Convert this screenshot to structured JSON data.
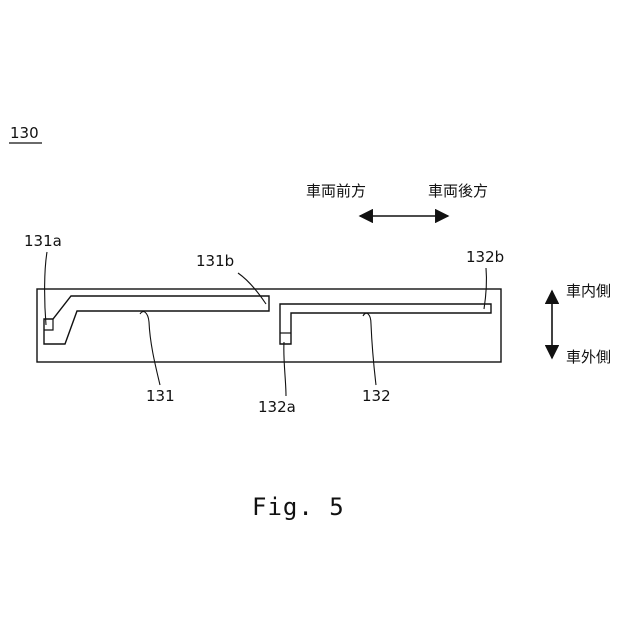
{
  "figure": {
    "ref_number": "130",
    "caption": "Fig. 5"
  },
  "directions": {
    "front": "車両前方",
    "rear": "車両後方",
    "inner": "車内側",
    "outer": "車外側"
  },
  "labels": {
    "l131a": "131a",
    "l131b": "131b",
    "l131": "131",
    "l132a": "132a",
    "l132b": "132b",
    "l132": "132"
  }
}
